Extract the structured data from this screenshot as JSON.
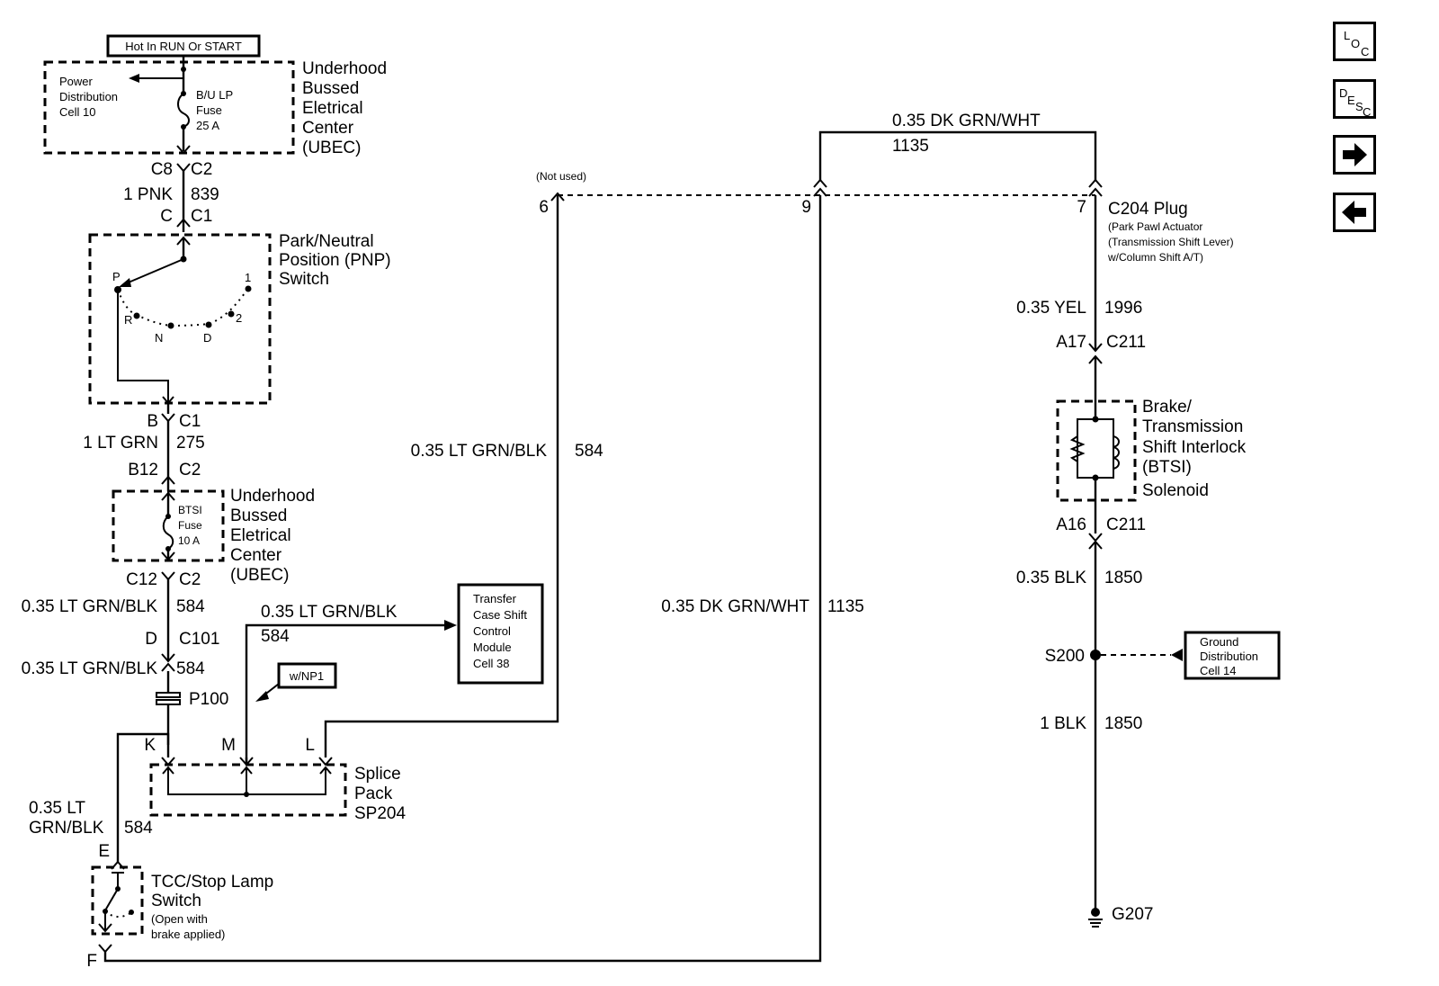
{
  "nav": {
    "loc": {
      "a": "L",
      "b": "O",
      "c": "C"
    },
    "desc": {
      "a": "D",
      "b": "E",
      "c": "S",
      "d": "C"
    }
  },
  "ubec_top": {
    "hot_label": "Hot In RUN Or START",
    "power_dist": [
      "Power",
      "Distribution",
      "Cell 10"
    ],
    "fuse": [
      "B/U LP",
      "Fuse",
      "25 A"
    ],
    "title": [
      "Underhood",
      "Bussed",
      "Eletrical",
      "Center",
      "(UBEC)"
    ]
  },
  "conn1": {
    "left": "C8",
    "right": "C2"
  },
  "wire_839": {
    "gauge": "1 PNK",
    "circuit": "839"
  },
  "conn2": {
    "left": "C",
    "right": "C1"
  },
  "pnp": {
    "title": [
      "Park/Neutral",
      "Position (PNP)",
      "Switch"
    ],
    "positions": {
      "p": "P",
      "r": "R",
      "n": "N",
      "d": "D",
      "two": "2",
      "one": "1"
    }
  },
  "conn3": {
    "left": "B",
    "right": "C1"
  },
  "wire_275": {
    "gauge": "1 LT GRN",
    "circuit": "275"
  },
  "conn4": {
    "left": "B12",
    "right": "C2"
  },
  "ubec_mid": {
    "fuse": [
      "BTSI",
      "Fuse",
      "10 A"
    ],
    "title": [
      "Underhood",
      "Bussed",
      "Eletrical",
      "Center",
      "(UBEC)"
    ]
  },
  "conn5": {
    "left": "C12",
    "right": "C2"
  },
  "wire_584a": {
    "gauge": "0.35 LT GRN/BLK",
    "circuit": "584"
  },
  "conn6": {
    "left": "D",
    "right": "C101"
  },
  "wire_584b": {
    "gauge": "0.35 LT GRN/BLK",
    "circuit": "584"
  },
  "p100": "P100",
  "wire_584c": {
    "gauge": "0.35 LT GRN/BLK",
    "circuit": "584"
  },
  "tccm": [
    "Transfer",
    "Case Shift",
    "Control",
    "Module",
    "Cell 38"
  ],
  "wnp1": "w/NP1",
  "splice": {
    "k": "K",
    "m": "M",
    "l": "L",
    "title": [
      "Splice",
      "Pack",
      "SP204"
    ]
  },
  "wire_584d": {
    "gauge": [
      "0.35 LT",
      "GRN/BLK"
    ],
    "circuit": "584"
  },
  "conn_e": "E",
  "tcc": {
    "title": [
      "TCC/Stop Lamp",
      "Switch"
    ],
    "note": [
      "(Open with",
      "brake applied)"
    ]
  },
  "conn_f": "F",
  "wire_584e": {
    "gauge": "0.35 LT GRN/BLK",
    "circuit": "584"
  },
  "not_used": "(Not used)",
  "pin6": "6",
  "pin9": "9",
  "pin7": "7",
  "wire_1135_top": {
    "gauge": "0.35 DK GRN/WHT",
    "circuit": "1135"
  },
  "wire_1135_mid": {
    "gauge": "0.35 DK GRN/WHT",
    "circuit": "1135"
  },
  "c204": {
    "title": "C204 Plug",
    "notes": [
      "(Park Pawl Actuator",
      "(Transmission Shift Lever)",
      "w/Column Shift A/T)"
    ]
  },
  "wire_1996": {
    "gauge": "0.35 YEL",
    "circuit": "1996"
  },
  "conn_a17": {
    "left": "A17",
    "right": "C211"
  },
  "btsi": {
    "title": [
      "Brake/",
      "Transmission",
      "Shift Interlock",
      "(BTSI)",
      "Solenoid"
    ]
  },
  "conn_a16": {
    "left": "A16",
    "right": "C211"
  },
  "wire_1850a": {
    "gauge": "0.35 BLK",
    "circuit": "1850"
  },
  "s200": "S200",
  "ground_dist": [
    "Ground",
    "Distribution",
    "Cell 14"
  ],
  "wire_1850b": {
    "gauge": "1 BLK",
    "circuit": "1850"
  },
  "g207": "G207"
}
